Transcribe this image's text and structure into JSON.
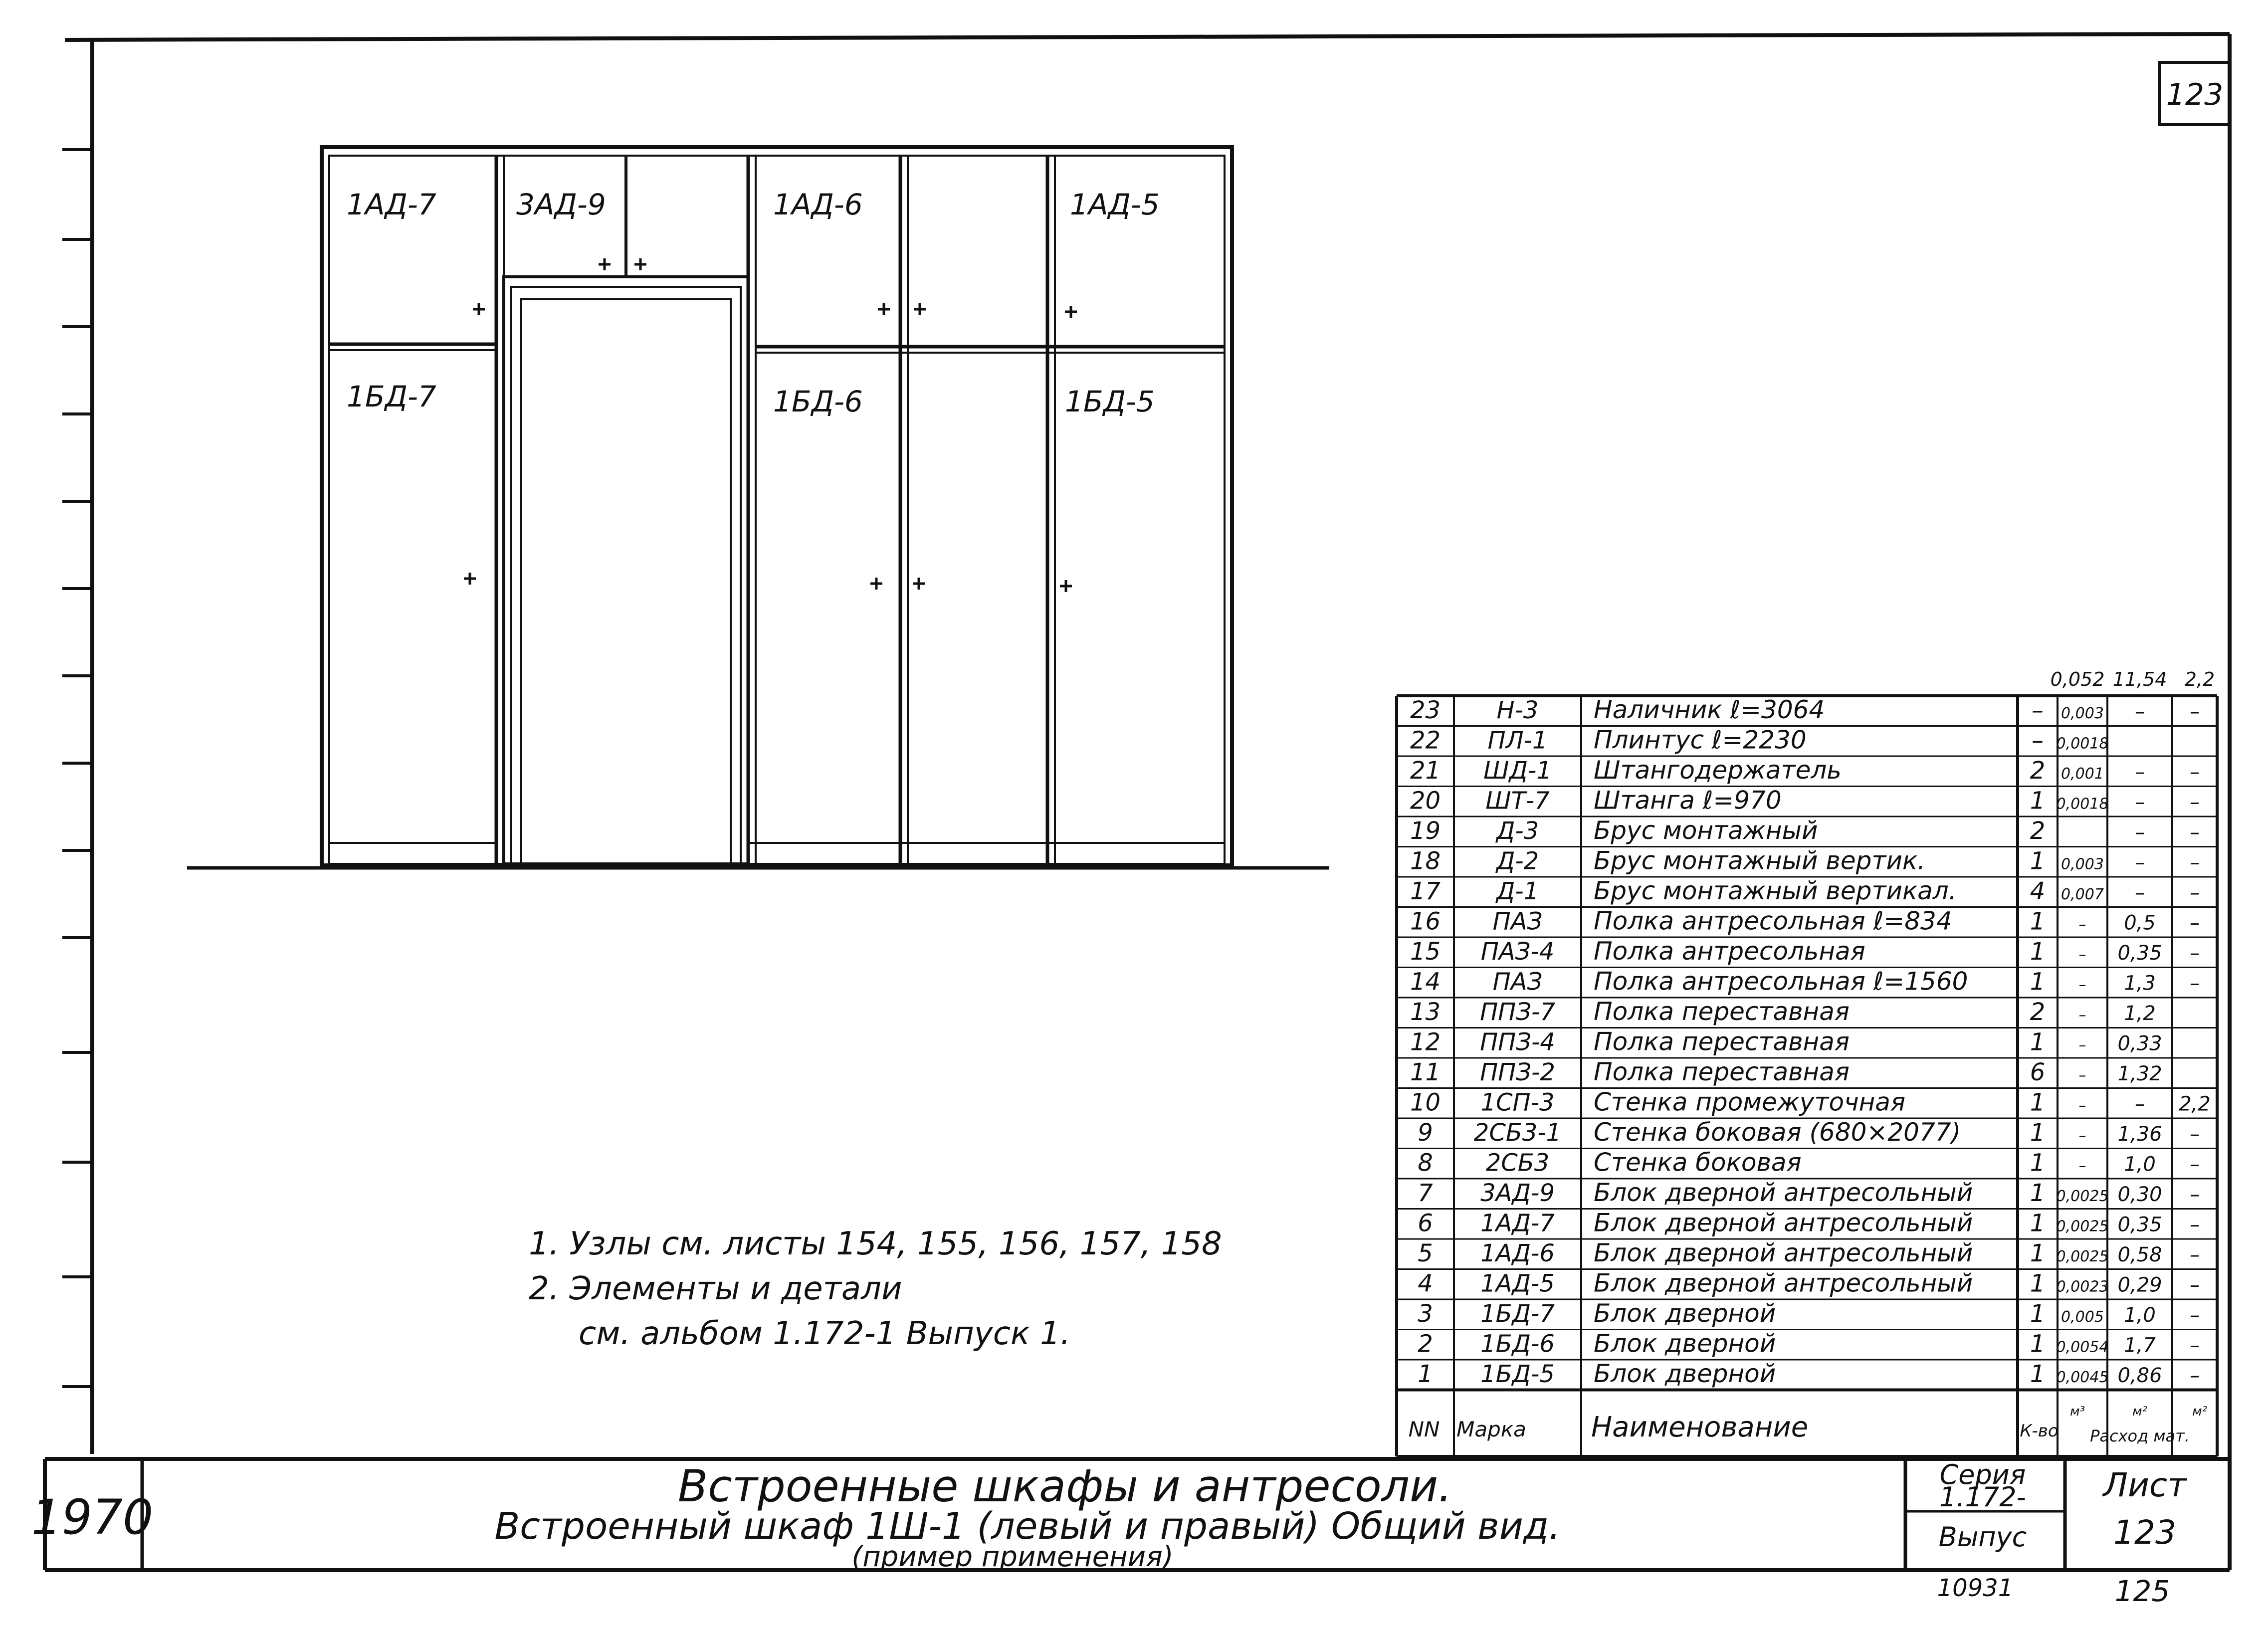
{
  "sheet": {
    "corner_number": "123",
    "year": "1970",
    "title_line1": "Встроенные шкафы и антресоли.",
    "title_line2": "Встроенный шкаф 1Ш-1 (левый и правый) Общий вид.",
    "title_line3": "(пример применения)",
    "series_label": "Серия",
    "series_value": "1.172-",
    "issue_label": "Выпус",
    "sheet_label": "Лист",
    "sheet_number": "123",
    "stamp_number": "10931",
    "page_number": "125"
  },
  "elevation": {
    "labels": {
      "top_1": "1АД-7",
      "top_2": "3АД-9",
      "top_3": "1АД-6",
      "top_4": "1АД-5",
      "bottom_1": "1БД-7",
      "bottom_3": "1БД-6",
      "bottom_4": "1БД-5"
    },
    "cross": "+"
  },
  "notes": {
    "line1": "1. Узлы см. листы 154, 155, 156, 157, 158",
    "line2": "2. Элементы и детали",
    "line3": "см. альбом 1.172-1 Выпуск 1."
  },
  "spec": {
    "totals": [
      "0,052",
      "11,54",
      "2,2"
    ],
    "rows": [
      {
        "nn": "23",
        "mark": "Н-3",
        "name": "Наличник ℓ=3064",
        "qty": "–",
        "c1": "0,003",
        "c2": "–",
        "c3": "–"
      },
      {
        "nn": "22",
        "mark": "ПЛ-1",
        "name": "Плинтус ℓ=2230",
        "qty": "–",
        "c1": "0,0018",
        "c2": "",
        "c3": ""
      },
      {
        "nn": "21",
        "mark": "ШД-1",
        "name": "Штангодержатель",
        "qty": "2",
        "c1": "0,001",
        "c2": "–",
        "c3": "–"
      },
      {
        "nn": "20",
        "mark": "ШТ-7",
        "name": "Штанга ℓ=970",
        "qty": "1",
        "c1": "0,0018",
        "c2": "–",
        "c3": "–"
      },
      {
        "nn": "19",
        "mark": "Д-3",
        "name": "Брус монтажный",
        "qty": "2",
        "c1": "",
        "c2": "–",
        "c3": "–"
      },
      {
        "nn": "18",
        "mark": "Д-2",
        "name": "Брус монтажный вертик.",
        "qty": "1",
        "c1": "0,003",
        "c2": "–",
        "c3": "–"
      },
      {
        "nn": "17",
        "mark": "Д-1",
        "name": "Брус монтажный вертикал.",
        "qty": "4",
        "c1": "0,007",
        "c2": "–",
        "c3": "–"
      },
      {
        "nn": "16",
        "mark": "ПАЗ",
        "name": "Полка антресольная ℓ=834",
        "qty": "1",
        "c1": "–",
        "c2": "0,5",
        "c3": "–"
      },
      {
        "nn": "15",
        "mark": "ПАЗ-4",
        "name": "Полка антресольная",
        "qty": "1",
        "c1": "–",
        "c2": "0,35",
        "c3": "–"
      },
      {
        "nn": "14",
        "mark": "ПАЗ",
        "name": "Полка антресольная ℓ=1560",
        "qty": "1",
        "c1": "–",
        "c2": "1,3",
        "c3": "–"
      },
      {
        "nn": "13",
        "mark": "ППЗ-7",
        "name": "Полка переставная",
        "qty": "2",
        "c1": "–",
        "c2": "1,2",
        "c3": ""
      },
      {
        "nn": "12",
        "mark": "ППЗ-4",
        "name": "Полка переставная",
        "qty": "1",
        "c1": "–",
        "c2": "0,33",
        "c3": ""
      },
      {
        "nn": "11",
        "mark": "ППЗ-2",
        "name": "Полка переставная",
        "qty": "6",
        "c1": "–",
        "c2": "1,32",
        "c3": ""
      },
      {
        "nn": "10",
        "mark": "1СП-3",
        "name": "Стенка промежуточная",
        "qty": "1",
        "c1": "–",
        "c2": "–",
        "c3": "2,2"
      },
      {
        "nn": "9",
        "mark": "2СБ3-1",
        "name": "Стенка боковая (680×2077)",
        "qty": "1",
        "c1": "–",
        "c2": "1,36",
        "c3": "–"
      },
      {
        "nn": "8",
        "mark": "2СБ3",
        "name": "Стенка боковая",
        "qty": "1",
        "c1": "–",
        "c2": "1,0",
        "c3": "–"
      },
      {
        "nn": "7",
        "mark": "3АД-9",
        "name": "Блок дверной антресольный",
        "qty": "1",
        "c1": "0,0025",
        "c2": "0,30",
        "c3": "–"
      },
      {
        "nn": "6",
        "mark": "1АД-7",
        "name": "Блок дверной антресольный",
        "qty": "1",
        "c1": "0,0025",
        "c2": "0,35",
        "c3": "–"
      },
      {
        "nn": "5",
        "mark": "1АД-6",
        "name": "Блок дверной антресольный",
        "qty": "1",
        "c1": "0,0025",
        "c2": "0,58",
        "c3": "–"
      },
      {
        "nn": "4",
        "mark": "1АД-5",
        "name": "Блок дверной антресольный",
        "qty": "1",
        "c1": "0,0023",
        "c2": "0,29",
        "c3": "–"
      },
      {
        "nn": "3",
        "mark": "1БД-7",
        "name": "Блок дверной",
        "qty": "1",
        "c1": "0,005",
        "c2": "1,0",
        "c3": "–"
      },
      {
        "nn": "2",
        "mark": "1БД-6",
        "name": "Блок дверной",
        "qty": "1",
        "c1": "0,0054",
        "c2": "1,7",
        "c3": "–"
      },
      {
        "nn": "1",
        "mark": "1БД-5",
        "name": "Блок дверной",
        "qty": "1",
        "c1": "0,0045",
        "c2": "0,86",
        "c3": "–"
      }
    ],
    "header": {
      "nn": "NN",
      "mark": "Марка",
      "name": "Наименование",
      "qty": "К-во",
      "u1": "м³",
      "u2": "м²",
      "u3": "м²",
      "consumption": "Расход мат."
    }
  }
}
